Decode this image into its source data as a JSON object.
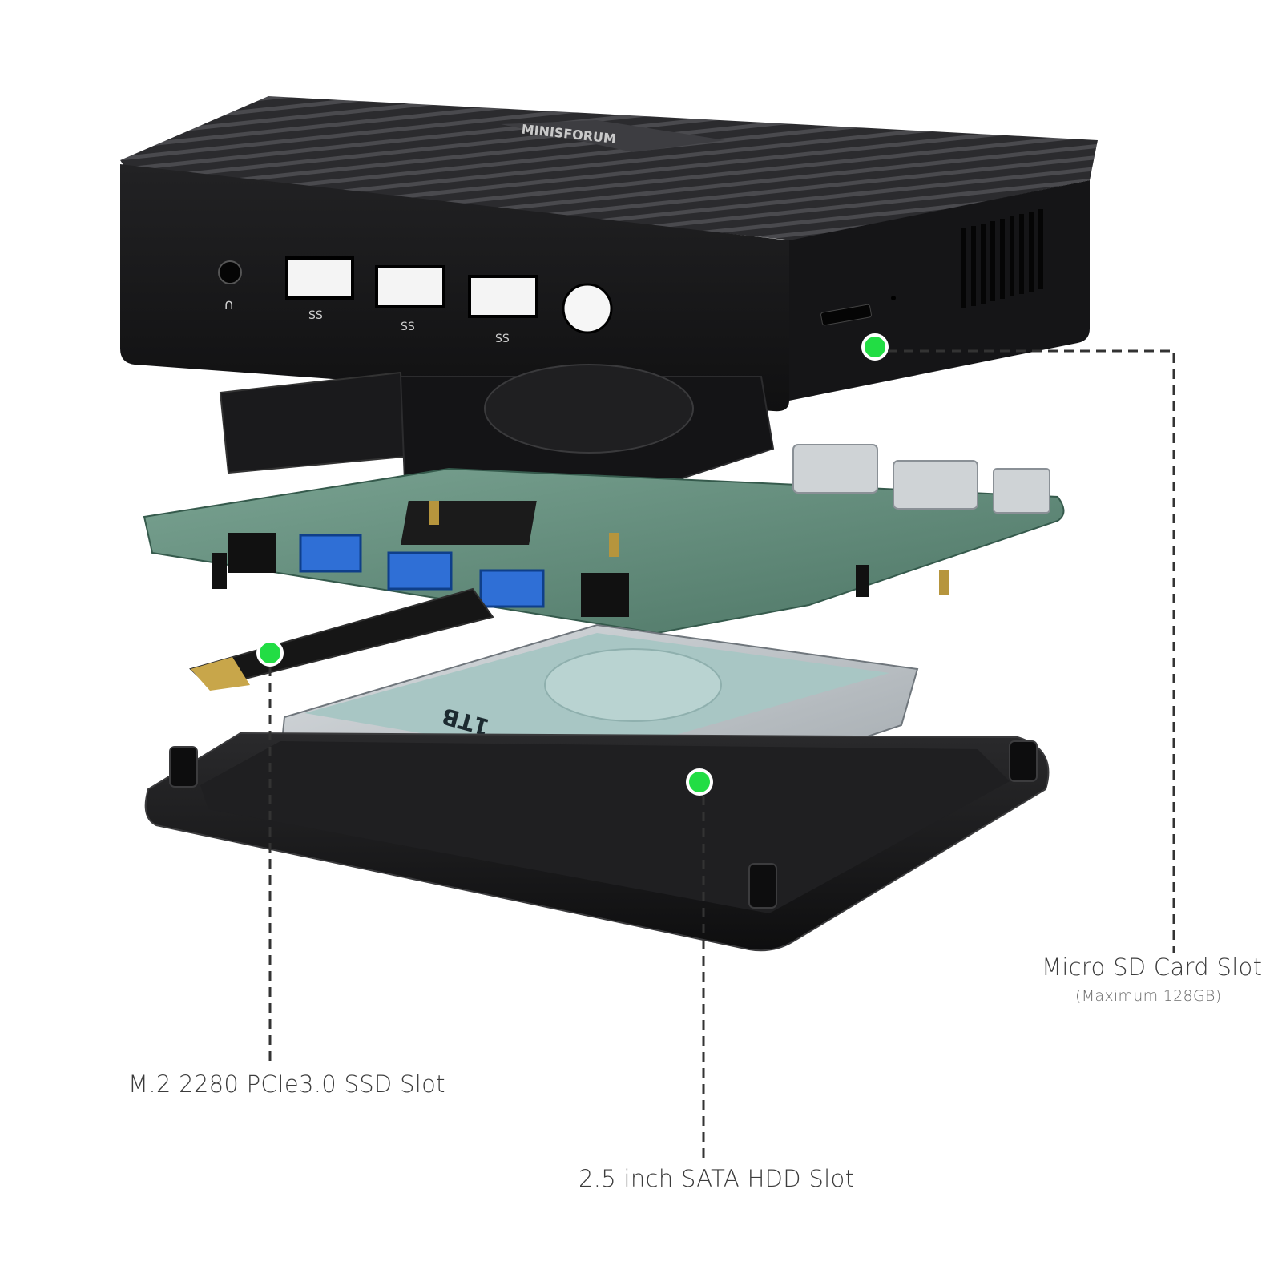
{
  "brand": {
    "logo_text": "MINISFORUM"
  },
  "ports": {
    "usb_marks": [
      "SS",
      "SS",
      "SS"
    ]
  },
  "hdd": {
    "capacity_text": "1TB"
  },
  "callouts": {
    "micro_sd": {
      "title": "Micro SD Card Slot",
      "subtitle": "(Maximum 128GB)"
    },
    "m2_ssd": {
      "title": "M.2 2280 PCIe3.0 SSD Slot"
    },
    "sata_hdd": {
      "title": "2.5 inch SATA HDD Slot"
    }
  },
  "colors": {
    "case": "#1c1c1e",
    "board": "#5f8a78",
    "usb_blue": "#2f6fd6",
    "marker_green": "#22dd44",
    "hdd_label": "#a8c6c4",
    "dash": "#333333"
  }
}
